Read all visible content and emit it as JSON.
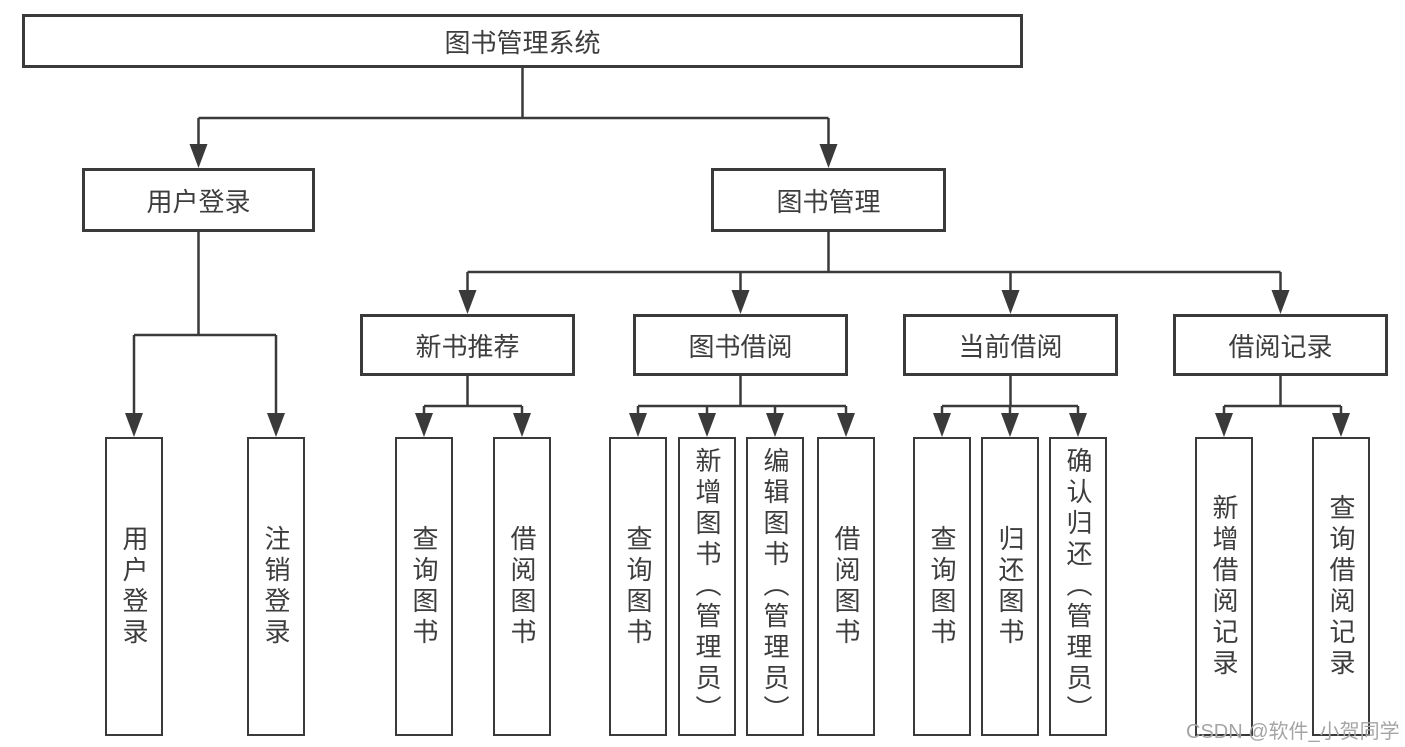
{
  "diagram": {
    "root": "图书管理系统",
    "branches": [
      {
        "label": "用户登录",
        "leaves": [
          "用户登录",
          "注销登录"
        ]
      },
      {
        "label": "图书管理",
        "groups": [
          {
            "label": "新书推荐",
            "leaves": [
              "查询图书",
              "借阅图书"
            ]
          },
          {
            "label": "图书借阅",
            "leaves": [
              "查询图书",
              "新增图书（管理员）",
              "编辑图书（管理员）",
              "借阅图书"
            ]
          },
          {
            "label": "当前借阅",
            "leaves": [
              "查询图书",
              "归还图书",
              "确认归还（管理员）"
            ]
          },
          {
            "label": "借阅记录",
            "leaves": [
              "新增借阅记录",
              "查询借阅记录"
            ]
          }
        ]
      }
    ]
  },
  "watermark": "CSDN @软件_小贺同学",
  "colors": {
    "line": "#3a3a3a",
    "text": "#3d3d3d",
    "watermark": "#a5a5a5",
    "background": "#ffffff"
  }
}
